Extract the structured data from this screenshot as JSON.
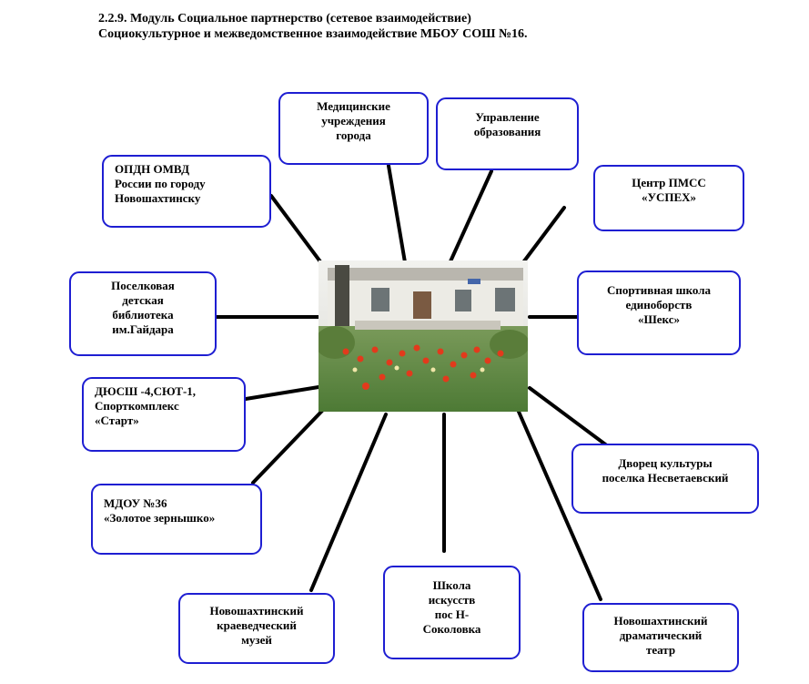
{
  "heading": {
    "line1": "2.2.9.   Модуль Социальное партнерство (сетевое взаимодействие)",
    "line2": "Социокультурное и межведомственное взаимодействие МБОУ СОШ №16."
  },
  "nodes": {
    "medical": {
      "lines": [
        "Медицинские",
        "учреждения",
        "города"
      ]
    },
    "education": {
      "lines": [
        "Управление",
        "образования"
      ]
    },
    "opdn": {
      "lines": [
        "ОПДН ОМВД",
        "России по городу",
        "Новошахтинску"
      ]
    },
    "pmss": {
      "lines": [
        "Центр ПМСС",
        "«УСПЕХ»"
      ]
    },
    "library": {
      "lines": [
        "Поселковая",
        "детская",
        "библиотека",
        "им.Гайдара"
      ]
    },
    "sport_school": {
      "lines": [
        "Спортивная школа",
        "единоборств",
        "«Шекс»"
      ]
    },
    "dyussh": {
      "lines": [
        "ДЮСШ -4,СЮТ-1,",
        "Спорткомплекс",
        "«Старт»"
      ]
    },
    "palace": {
      "lines": [
        "Дворец культуры",
        "поселка Несветаевский"
      ]
    },
    "mdou": {
      "lines": [
        "МДОУ №36",
        "«Золотое зернышко»"
      ]
    },
    "museum": {
      "lines": [
        "Новошахтинский",
        "краеведческий",
        "музей"
      ]
    },
    "arts": {
      "lines": [
        "Школа",
        "искусств",
        "пос Н-",
        "Соколовка"
      ]
    },
    "theatre": {
      "lines": [
        "Новошахтинский",
        "драматический",
        "театр"
      ]
    }
  },
  "colors": {
    "box_border": "#1e1ed2",
    "connector": "#000000"
  }
}
